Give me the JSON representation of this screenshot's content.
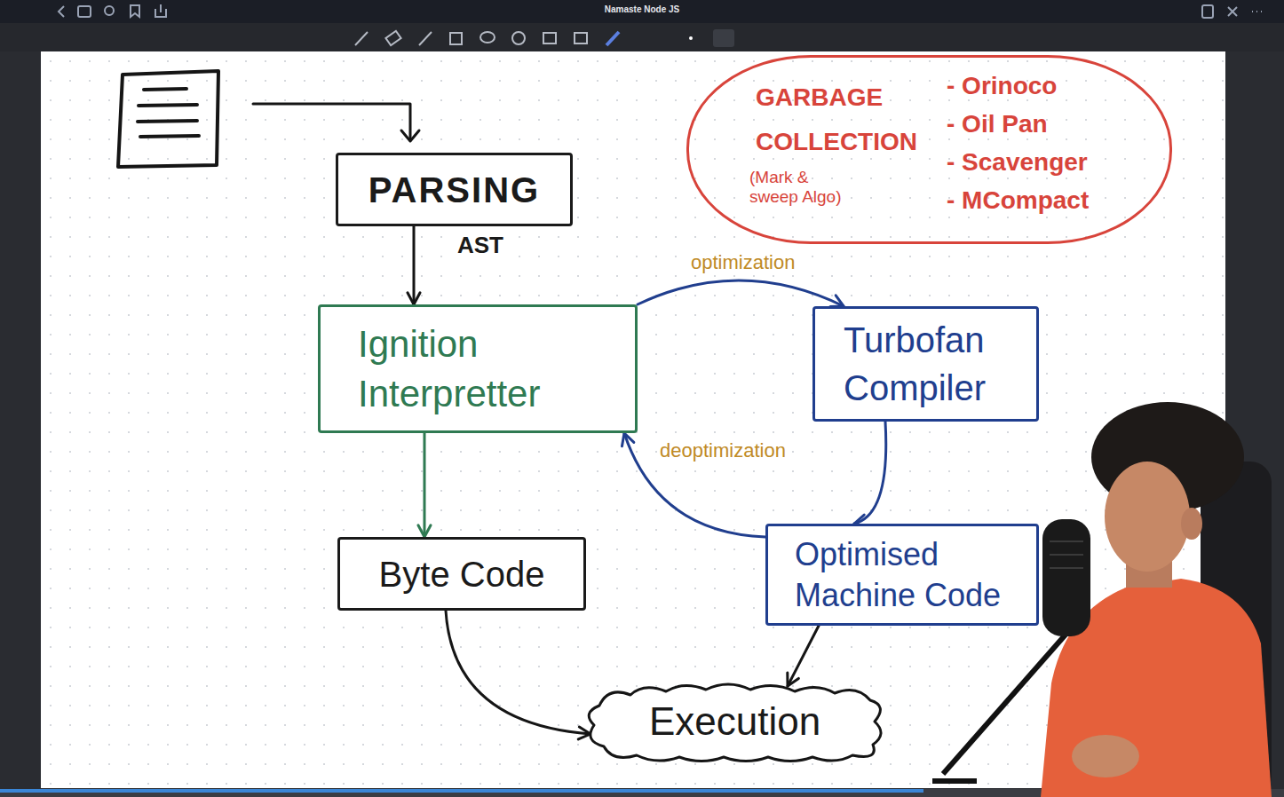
{
  "diagram": {
    "nodes": [
      {
        "text": [
          "GARBAGE COLLECTION",
          "(Mark & sweep Algo)",
          "- Orinoco",
          "- Oil Pan",
          "- Scavenger",
          "- MCompact"
        ]
      },
      {
        "text": [
          "PARSING"
        ]
      },
      {
        "text": [
          "Ignition Interpretter"
        ]
      },
      {
        "text": [
          "Turbofan Compiler"
        ]
      },
      {
        "text": [
          "Byte Code"
        ]
      },
      {
        "text": [
          "Optimised Machine Code"
        ]
      },
      {
        "text": [
          "Execution"
        ]
      }
    ],
    "edges": [
      {
        "from": 1,
        "to": 2,
        "arrow": "to",
        "label": "AST"
      },
      {
        "from": 2,
        "to": 3,
        "arrow": "to",
        "label": "optimization"
      },
      {
        "from": 2,
        "to": 4,
        "arrow": "to"
      },
      {
        "from": 3,
        "to": 5,
        "arrow": "to"
      },
      {
        "from": 5,
        "to": 2,
        "arrow": "to",
        "label": "deoptimization"
      },
      {
        "from": 4,
        "to": 6,
        "arrow": "to"
      },
      {
        "from": 5,
        "to": 6,
        "arrow": "to"
      }
    ],
    "labels": [
      "Namaste Node JS"
    ]
  }
}
